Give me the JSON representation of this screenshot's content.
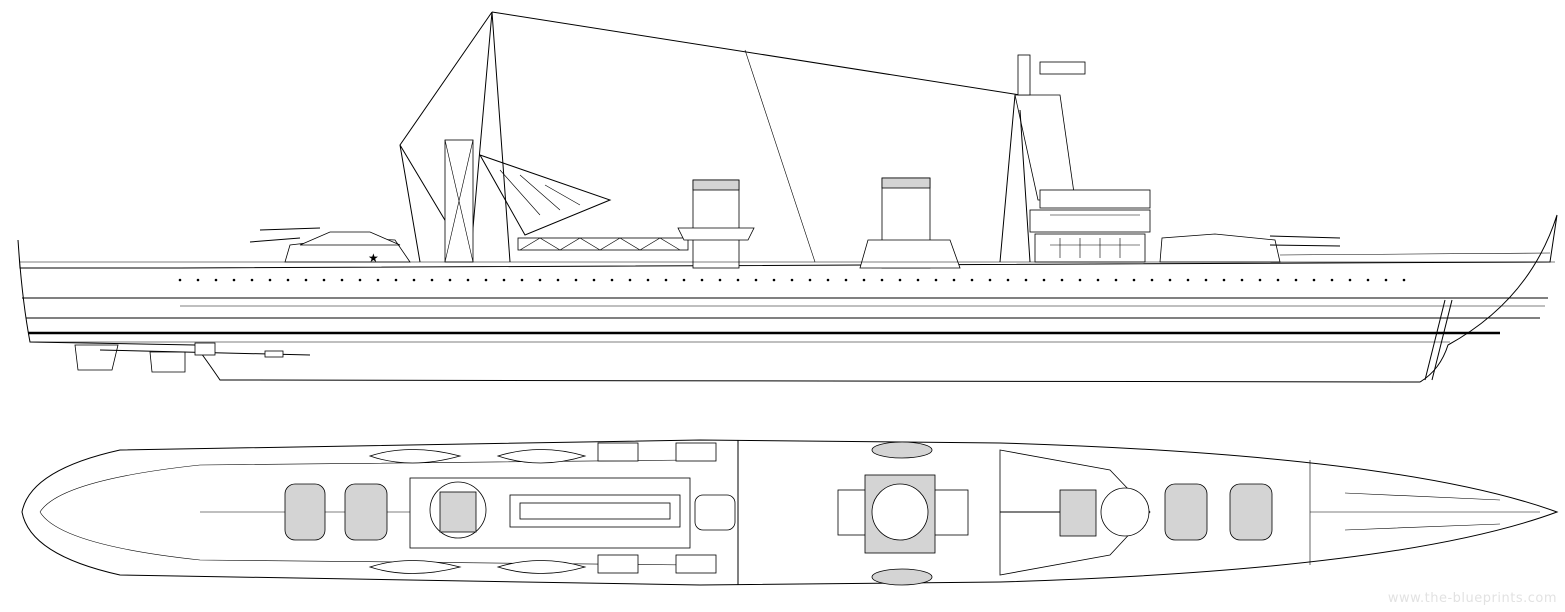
{
  "drawing": {
    "subject": "cruiser",
    "views": [
      "side-profile",
      "top-plan"
    ],
    "watermark": "www.the-blueprints.com"
  }
}
